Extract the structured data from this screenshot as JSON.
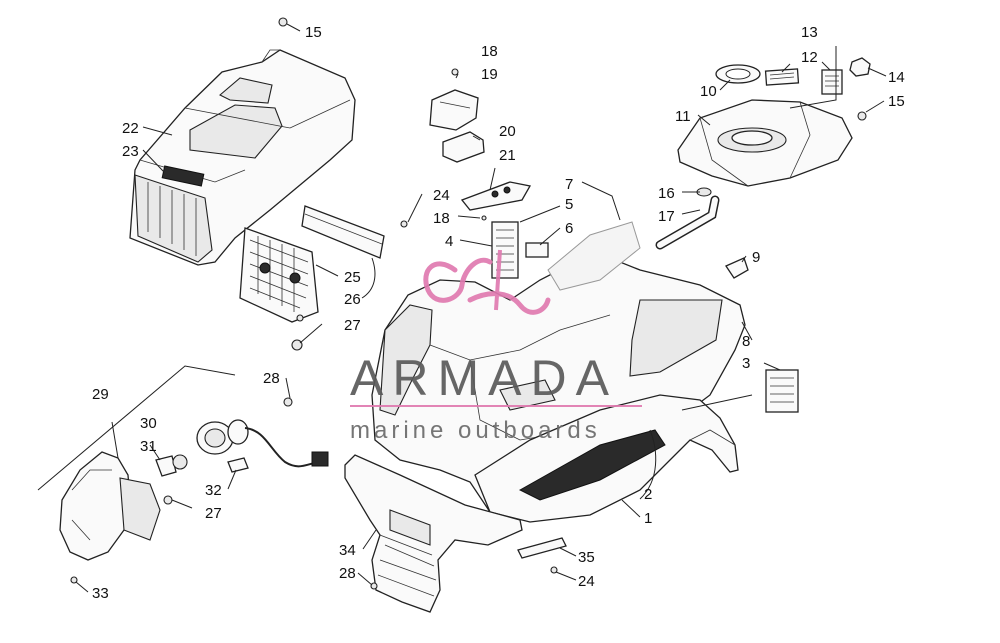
{
  "watermark": {
    "brand": "ARMADA",
    "tagline": "marine outboards",
    "brand_color": "#5a5a5a",
    "accent_color": "#e07ab0"
  },
  "callouts": {
    "c1": "1",
    "c2": "2",
    "c3": "3",
    "c4": "4",
    "c5": "5",
    "c6": "6",
    "c7": "7",
    "c8": "8",
    "c9": "9",
    "c10": "10",
    "c11": "11",
    "c12": "12",
    "c13": "13",
    "c14": "14",
    "c15a": "15",
    "c15b": "15",
    "c16": "16",
    "c17": "17",
    "c18a": "18",
    "c18b": "18",
    "c19": "19",
    "c20": "20",
    "c21": "21",
    "c22": "22",
    "c23": "23",
    "c24a": "24",
    "c24b": "24",
    "c25": "25",
    "c26": "26",
    "c27a": "27",
    "c27b": "27",
    "c28a": "28",
    "c28b": "28",
    "c29": "29",
    "c30": "30",
    "c31": "31",
    "c32": "32",
    "c33": "33",
    "c34": "34",
    "c35": "35"
  }
}
